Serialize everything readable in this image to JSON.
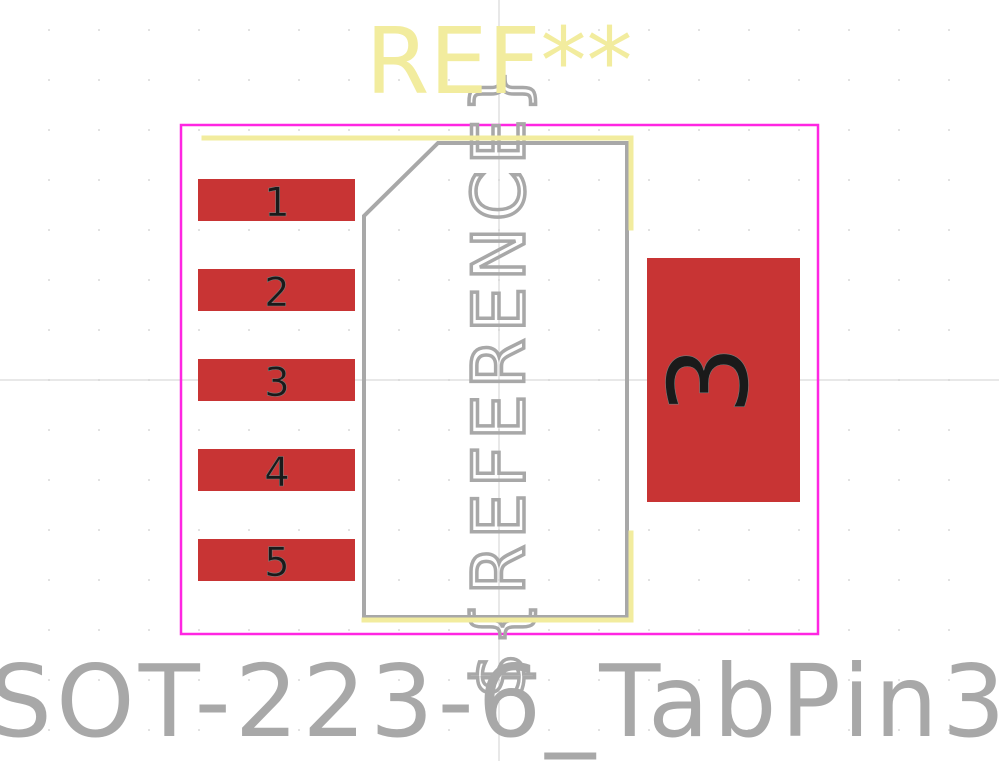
{
  "footprint": {
    "reference_designator": "REF**",
    "fab_reference": "${REFERENCE}",
    "value_text": "SOT-223-6_TabPin3"
  },
  "pads": [
    {
      "number": "1"
    },
    {
      "number": "2"
    },
    {
      "number": "3"
    },
    {
      "number": "4"
    },
    {
      "number": "5"
    }
  ],
  "tab_pad": {
    "number": "3"
  },
  "colors": {
    "background": "#ffffff",
    "courtyard": "#ff26e2",
    "fabrication": "#a8a8a8",
    "silkscreen": "#f2ec9e",
    "copper_pad": "#c83434",
    "pad_number": "#1a1a1a"
  }
}
